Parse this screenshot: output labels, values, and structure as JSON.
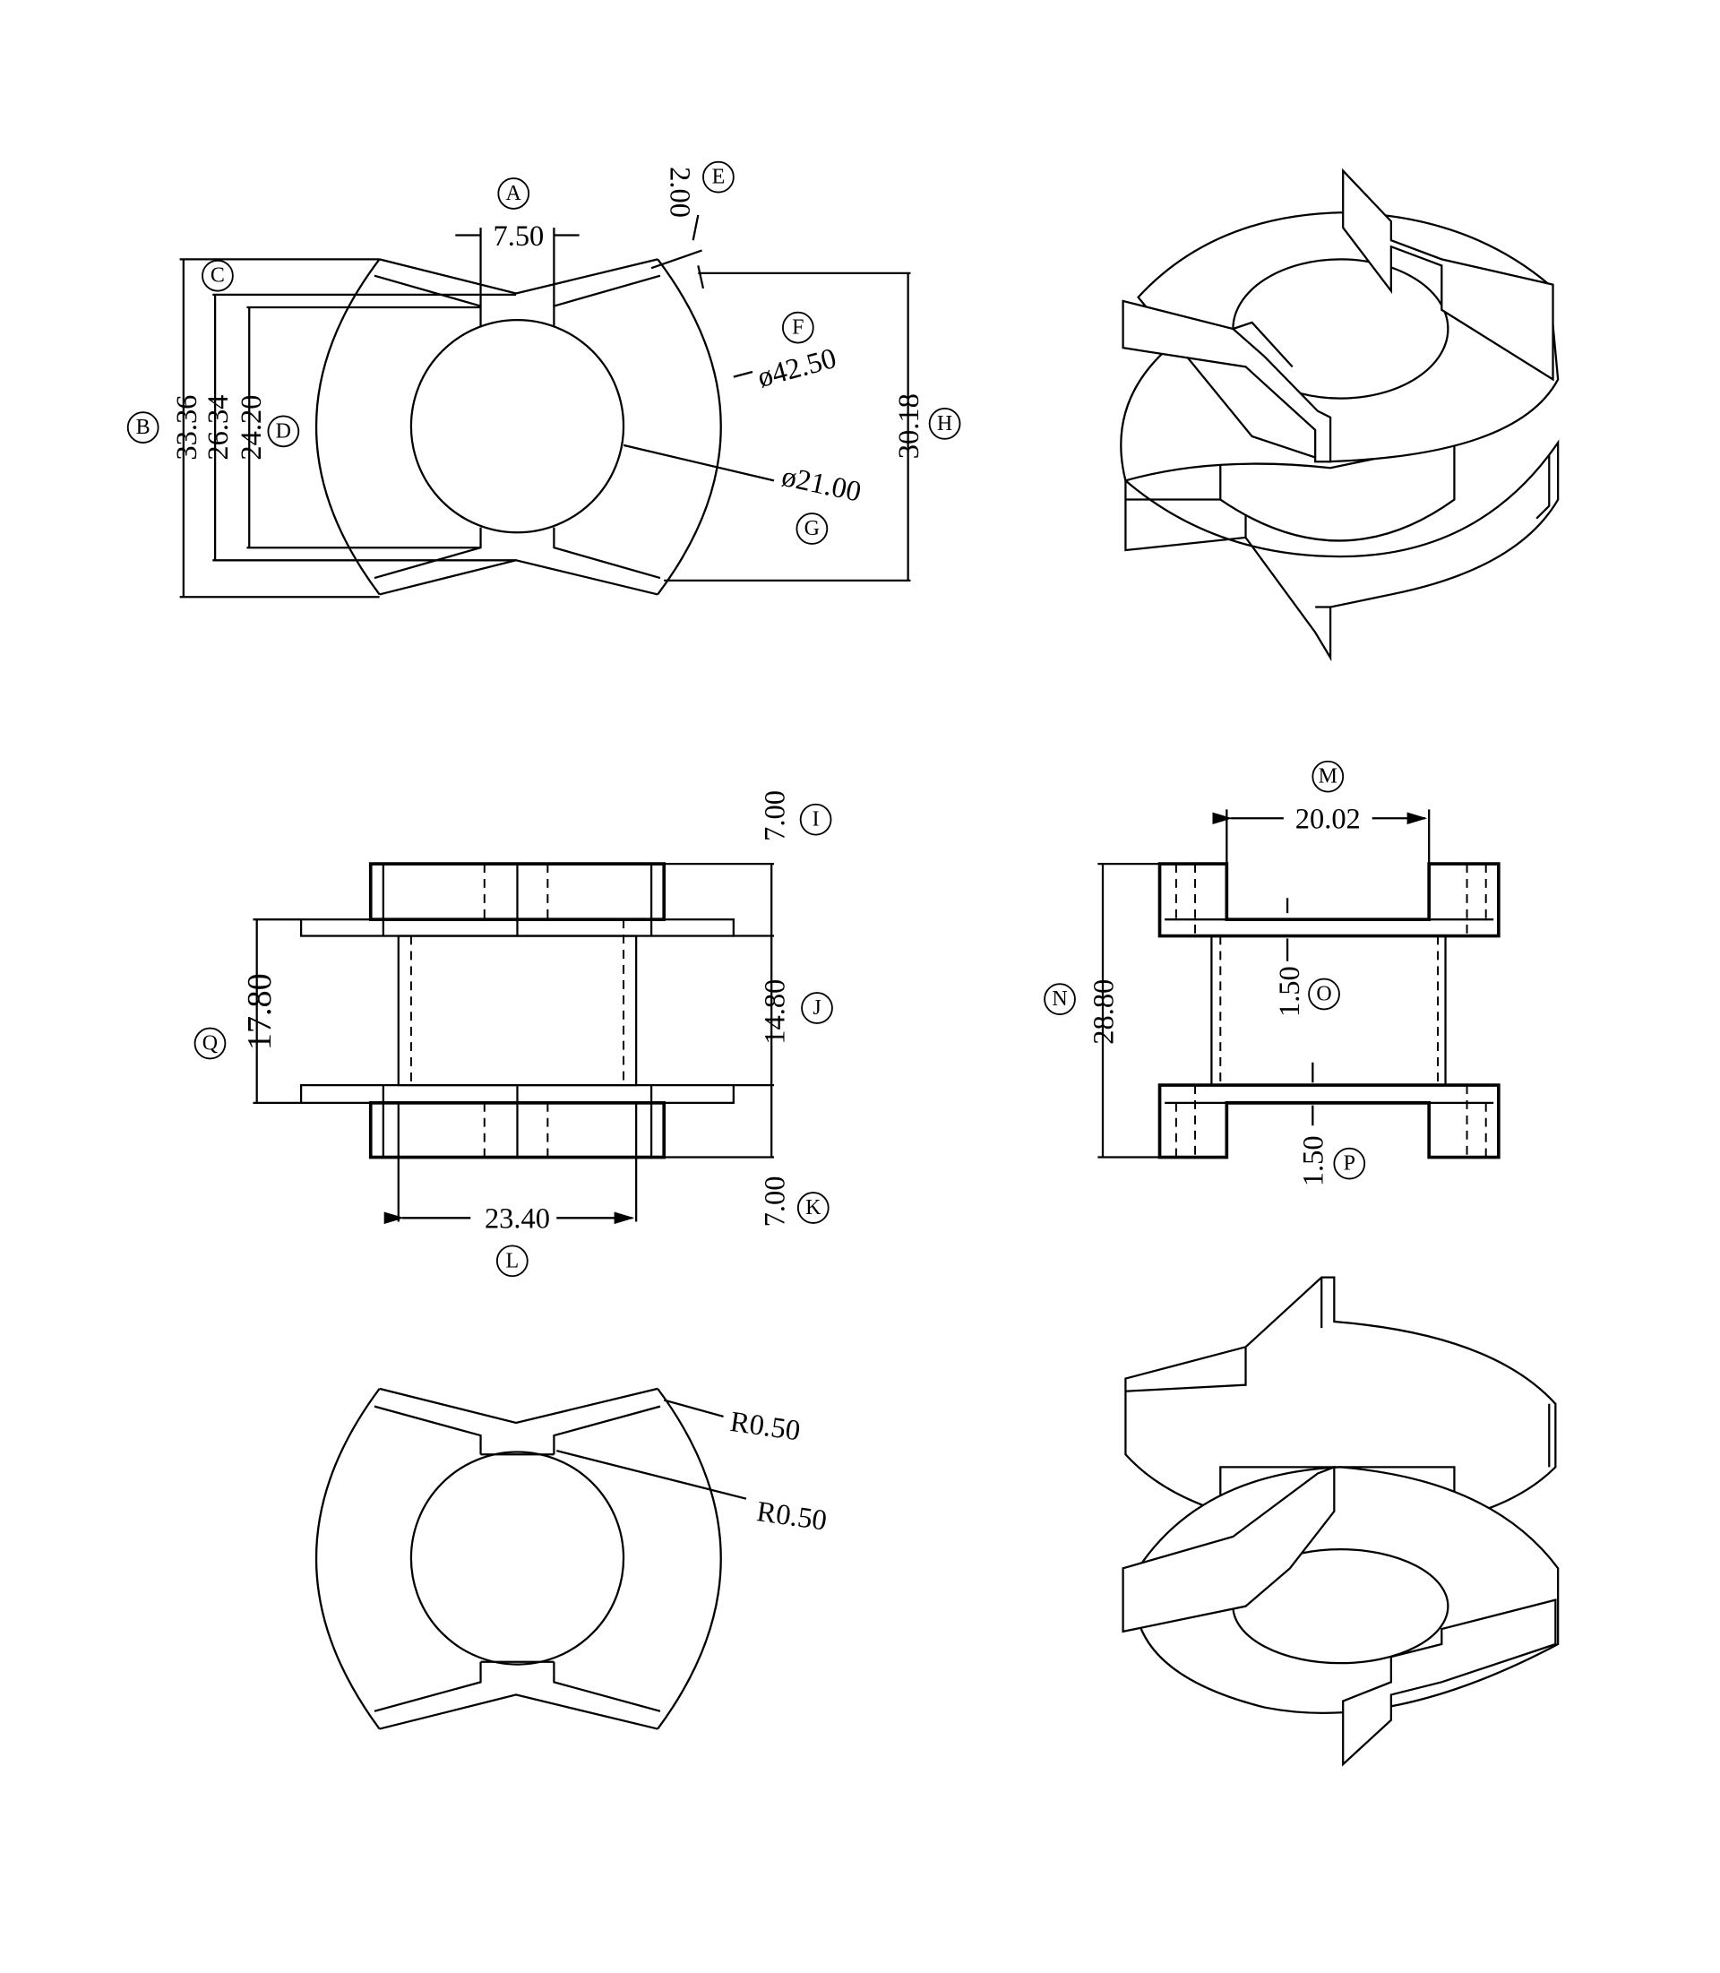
{
  "markers": {
    "A": "A",
    "B": "B",
    "C": "C",
    "D": "D",
    "E": "E",
    "F": "F",
    "G": "G",
    "H": "H",
    "I": "I",
    "J": "J",
    "K": "K",
    "L": "L",
    "M": "M",
    "N": "N",
    "O": "O",
    "P": "P",
    "Q": "Q"
  },
  "dims": {
    "A": "7.50",
    "B": "33.36",
    "C": "26.34",
    "D": "24.20",
    "E": "2.00",
    "F": "ø42.50",
    "G": "ø21.00",
    "H": "30.18",
    "I": "7.00",
    "J": "14.80",
    "K": "7.00",
    "L": "23.40",
    "M": "20.02",
    "N": "28.80",
    "O": "1.50",
    "P": "1.50",
    "Q": "17.80"
  },
  "radii": {
    "r1": "R0.50",
    "r2": "R0.50"
  }
}
